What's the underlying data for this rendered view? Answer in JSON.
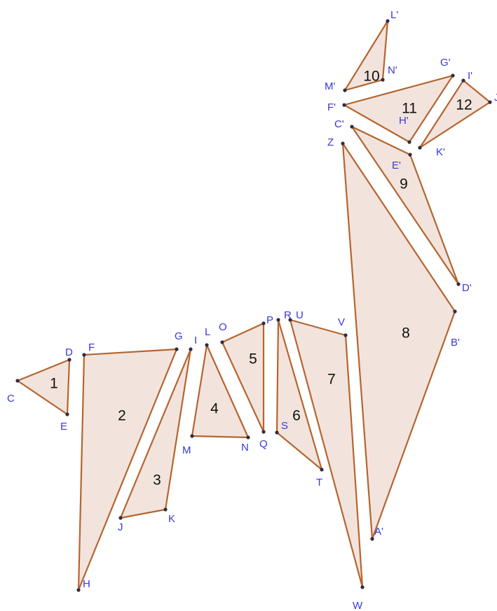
{
  "colors": {
    "fill": "#f2e4dd",
    "stroke": "#b5652f",
    "vertex": "#2d2d46",
    "point_label": "#3838d8",
    "number_label": "#111111"
  },
  "shapes": [
    {
      "number": "1",
      "points": [
        "C",
        "D",
        "E"
      ]
    },
    {
      "number": "2",
      "points": [
        "F",
        "G",
        "H"
      ]
    },
    {
      "number": "3",
      "points": [
        "I",
        "J",
        "K"
      ]
    },
    {
      "number": "4",
      "points": [
        "L",
        "M",
        "N"
      ]
    },
    {
      "number": "5",
      "points": [
        "O",
        "P",
        "Q"
      ]
    },
    {
      "number": "6",
      "points": [
        "R",
        "S",
        "T"
      ]
    },
    {
      "number": "7",
      "points": [
        "U",
        "V",
        "W"
      ]
    },
    {
      "number": "8",
      "points": [
        "Z",
        "B'",
        "A'"
      ]
    },
    {
      "number": "9",
      "points": [
        "C'",
        "E'",
        "D'"
      ]
    },
    {
      "number": "10",
      "points": [
        "L'",
        "M'",
        "N'"
      ]
    },
    {
      "number": "11",
      "points": [
        "F'",
        "G'",
        "H'"
      ]
    },
    {
      "number": "12",
      "points": [
        "I'",
        "J'",
        "K'"
      ]
    }
  ],
  "point_labels": [
    "C",
    "D",
    "E",
    "F",
    "G",
    "H",
    "I",
    "J",
    "K",
    "L",
    "M",
    "N",
    "O",
    "P",
    "Q",
    "R",
    "S",
    "T",
    "U",
    "V",
    "W",
    "Z",
    "A'",
    "B'",
    "C'",
    "D'",
    "E'",
    "F'",
    "G'",
    "H'",
    "I'",
    "J'",
    "K'",
    "L'",
    "M'",
    "N'"
  ]
}
